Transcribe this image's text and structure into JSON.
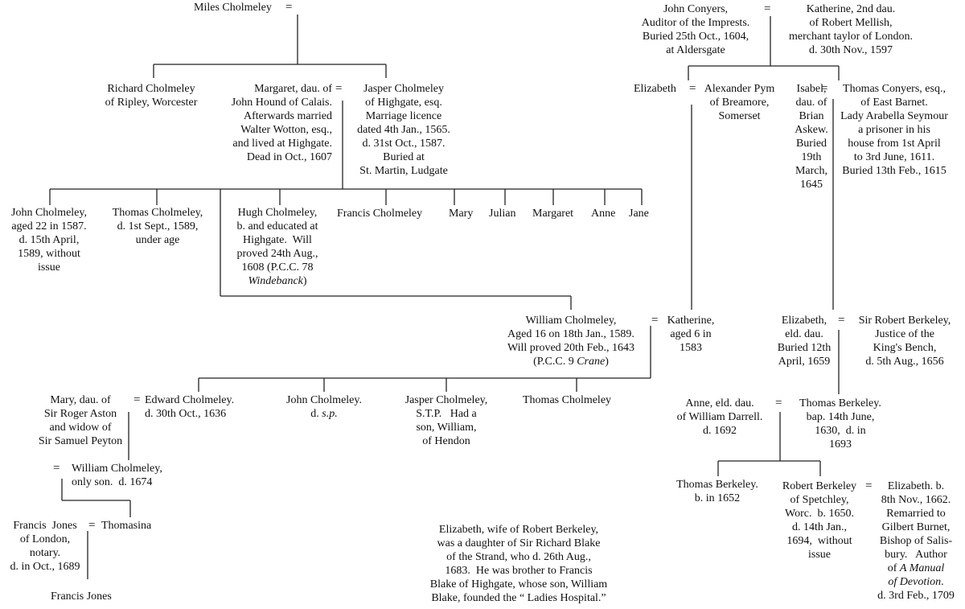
{
  "persons": {
    "miles": "Miles Cholmeley",
    "john_conyers": "John Conyers,\nAuditor of the Imprests.\nBuried 25th Oct., 1604,\nat Aldersgate",
    "katherine_mellish": "Katherine, 2nd dau.\nof Robert Mellish,\nmerchant taylor of London.\nd. 30th Nov., 1597",
    "richard": "Richard Cholmeley\nof Ripley, Worcester",
    "margaret_hound": "Margaret, dau. of\nJohn Hound of Calais.\nAfterwards married\nWalter Wotton, esq.,\nand lived at Highgate.\nDead in Oct., 1607",
    "jasper_sr": "Jasper Cholmeley\nof Highgate, esq.\nMarriage licence\ndated 4th Jan., 1565.\nd. 31st Oct., 1587.\nBuried at\nSt. Martin, Ludgate",
    "elizabeth_pym": "Elizabeth",
    "alexander_pym": "Alexander Pym\nof Breamore,\nSomerset",
    "isabel": "Isabel,\ndau. of\nBrian\nAskew.\nBuried\n19th\nMarch,\n1645",
    "thomas_conyers": "Thomas Conyers, esq.,\nof East Barnet.\nLady Arabella Seymour\na prisoner in his\nhouse from 1st April\nto 3rd June, 1611.\nBuried 13th Feb., 1615",
    "john_ch": "John Cholmeley,\naged 22 in 1587.\nd. 15th April,\n1589, without\nissue",
    "thomas_ch": "Thomas Cholmeley,\nd. 1st Sept., 1589,\nunder age",
    "hugh_a": "Hugh Cholmeley,\nb. and educated at\nHighgate.  Will\nproved 24th Aug.,\n1608 (P.C.C. 78",
    "hugh_b": "Windebanck",
    "hugh_c": ")",
    "francis_ch": "Francis Cholmeley",
    "mary": "Mary",
    "julian": "Julian",
    "margaret": "Margaret",
    "anne": "Anne",
    "jane": "Jane",
    "william_ch_a": "William Cholmeley,\nAged 16 on 18th Jan., 1589.\nWill proved 20th Feb., 1643\n(P.C.C. 9 ",
    "william_ch_b": "Crane",
    "william_ch_c": ")",
    "katherine_pym": "Katherine,\naged 6 in\n1583",
    "elizabeth_conyers": "Elizabeth,\neld. dau.\nBuried 12th\nApril, 1659",
    "robert_berkeley": "Sir Robert Berkeley,\nJustice of the\nKing's Bench,\nd. 5th Aug., 1656",
    "mary_aston": "Mary, dau. of\nSir Roger Aston\nand widow of\nSir Samuel Peyton",
    "edward_ch": "Edward Cholmeley.\nd. 30th Oct., 1636",
    "john_ch2_a": "John Cholmeley.\nd. ",
    "john_ch2_b": "s.p.",
    "jasper_jr": "Jasper Cholmeley,\nS.T.P.   Had a\nson, William,\nof Hendon",
    "thomas_ch2": "Thomas Cholmeley",
    "anne_darrell": "Anne, eld. dau.\nof William Darrell.\nd. 1692",
    "thomas_berkeley": "Thomas Berkeley.\nbap. 14th June,\n1630,  d. in\n1693",
    "william_ch2": "William Cholmeley,\nonly son.  d. 1674",
    "thomas_berkeley2": "Thomas Berkeley.\nb. in 1652",
    "robert_berkeley2": "Robert Berkeley\nof Spetchley,\nWorc.  b. 1650.\nd. 14th Jan.,\n1694,  without\nissue",
    "elizabeth_burnet_a": "Elizabeth. b.\n8th Nov., 1662.\nRemarried to\nGilbert Burnet,\nBishop of Salis-\nbury.   Author\nof ",
    "elizabeth_burnet_b": "A Manual\nof Devotion",
    "elizabeth_burnet_c": ".\nd. 3rd Feb., 1709",
    "francis_jones": "Francis  Jones\nof London,\nnotary.\nd. in Oct., 1689",
    "thomasina": "Thomasina",
    "francis_jones2": "Francis Jones"
  },
  "note": "Elizabeth, wife of Robert Berkeley,\nwas a daughter of Sir Richard Blake\nof the Strand, who d. 26th Aug.,\n1683.  He was brother to Francis\nBlake of Highgate, whose son, William\nBlake, founded the “ Ladies Hospital.”",
  "symbols": {
    "marriage": "="
  }
}
